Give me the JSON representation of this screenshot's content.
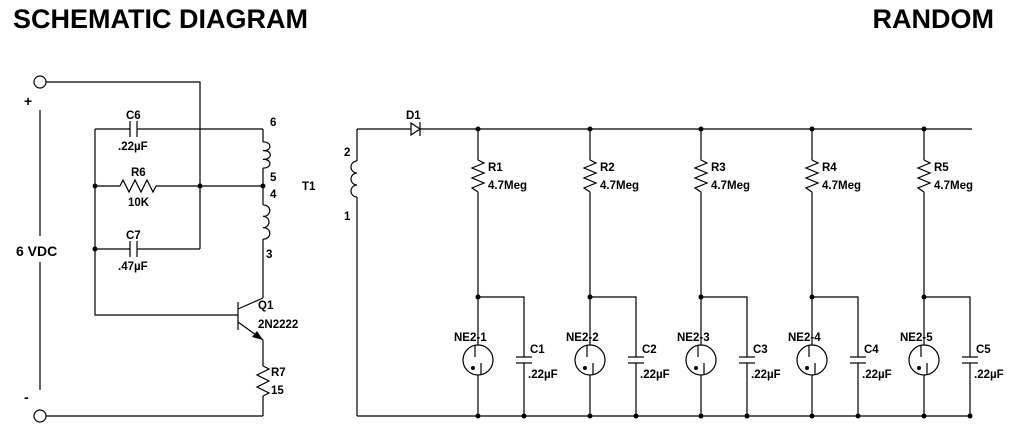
{
  "header": {
    "title": "SCHEMATIC DIAGRAM",
    "subtitle": "RANDOM"
  },
  "supply": {
    "plus": "+",
    "minus": "-",
    "voltage": "6 VDC"
  },
  "left_circuit": {
    "c6": {
      "ref": "C6",
      "value": ".22µF"
    },
    "r6": {
      "ref": "R6",
      "value": "10K"
    },
    "c7": {
      "ref": "C7",
      "value": ".47µF"
    },
    "q1": {
      "ref": "Q1",
      "value": "2N2222"
    },
    "r7": {
      "ref": "R7",
      "value": "15"
    },
    "t1": {
      "ref": "T1",
      "pins": [
        "6",
        "5",
        "4",
        "3",
        "2",
        "1"
      ]
    }
  },
  "diode": {
    "ref": "D1"
  },
  "stages": [
    {
      "r_ref": "R1",
      "r_value": "4.7Meg",
      "lamp": "NE2-1",
      "c_ref": "C1",
      "c_value": ".22µF"
    },
    {
      "r_ref": "R2",
      "r_value": "4.7Meg",
      "lamp": "NE2-2",
      "c_ref": "C2",
      "c_value": ".22µF"
    },
    {
      "r_ref": "R3",
      "r_value": "4.7Meg",
      "lamp": "NE2-3",
      "c_ref": "C3",
      "c_value": ".22µF"
    },
    {
      "r_ref": "R4",
      "r_value": "4.7Meg",
      "lamp": "NE2-4",
      "c_ref": "C4",
      "c_value": ".22µF"
    },
    {
      "r_ref": "R5",
      "r_value": "4.7Meg",
      "lamp": "NE2-5",
      "c_ref": "C5",
      "c_value": ".22µF"
    }
  ]
}
